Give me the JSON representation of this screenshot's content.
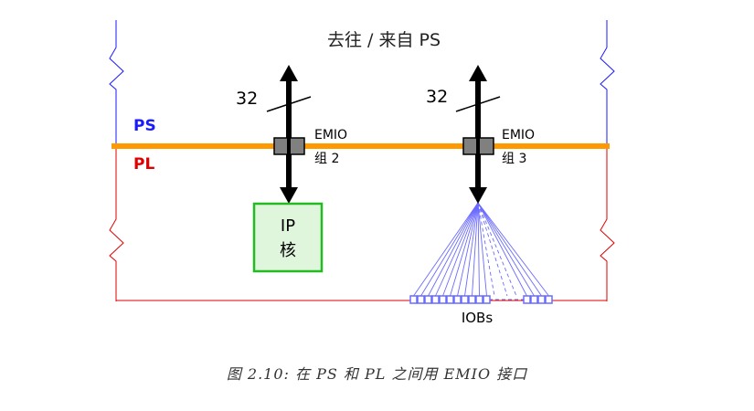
{
  "title": "去往 / 来自 PS",
  "side_labels": {
    "ps": "PS",
    "pl": "PL"
  },
  "emio_groups": [
    {
      "width_label": "32",
      "emio": "EMIO",
      "group": "组 2"
    },
    {
      "width_label": "32",
      "emio": "EMIO",
      "group": "组 3"
    }
  ],
  "ip_block": {
    "line1": "IP",
    "line2": "核"
  },
  "iob_label": "IOBs",
  "caption": "图 2.10: 在 PS 和 PL 之间用 EMIO 接口",
  "colors": {
    "ps_blue": "#1a1aff",
    "pl_red": "#e00000",
    "boundary_orange": "#ff9900",
    "ip_green": "#22bb22",
    "ip_fill": "#dff5dc",
    "iob_blue": "#6b6bff"
  }
}
